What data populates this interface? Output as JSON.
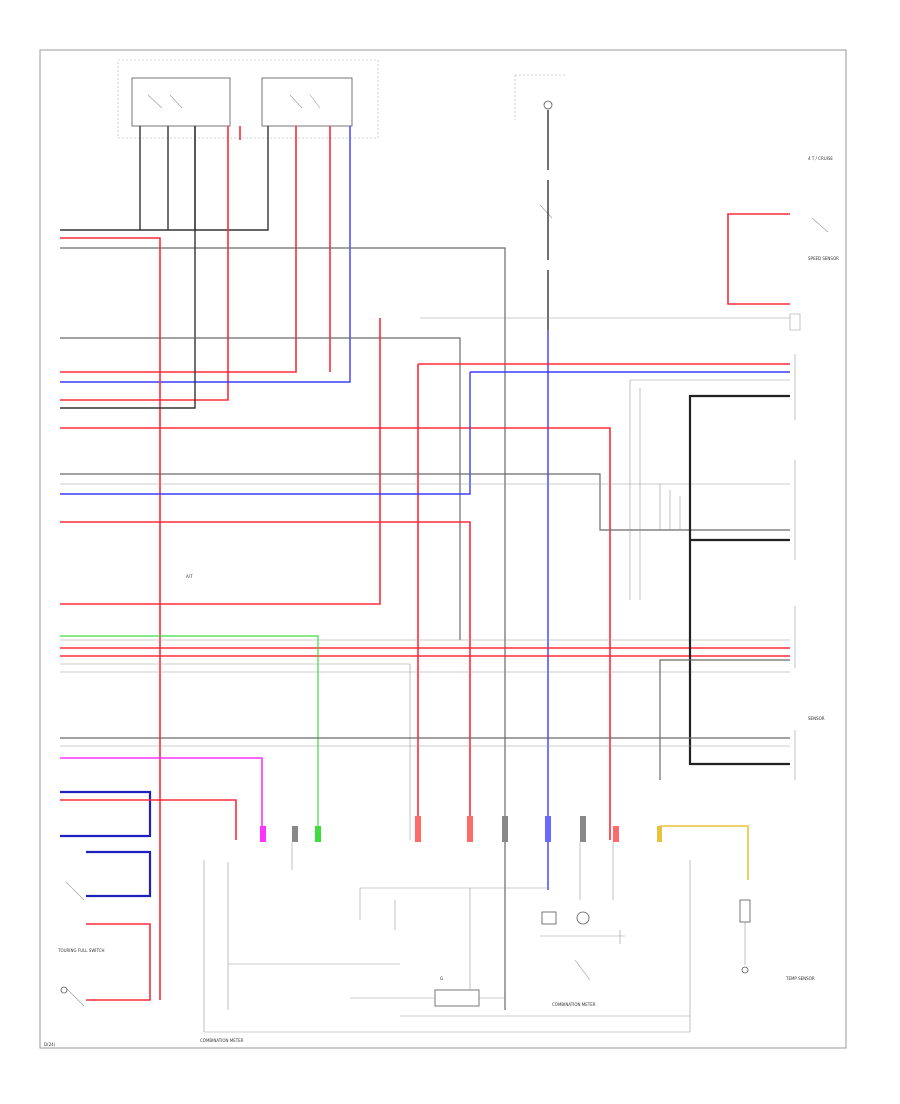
{
  "diagram": {
    "footer_label": "COMBINATION METER",
    "ground_ref": "G",
    "bottom_left_tag": "D(24)",
    "center_label": "A/T",
    "left_lower_box_label": "TOURING FULL SWITCH",
    "right_meter_box": "COMBINATION METER",
    "right_side_labels": [
      "4 T / CRUISE",
      "SPEED SENSOR",
      "SENSOR",
      "TEMP SENSOR"
    ]
  }
}
